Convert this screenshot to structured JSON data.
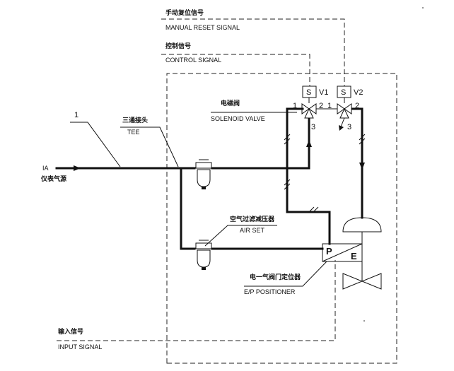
{
  "labels": {
    "manual_reset_cn": "手动复位信号",
    "manual_reset_en": "MANUAL RESET SIGNAL",
    "control_cn": "控制信号",
    "control_en": "CONTROL SIGNAL",
    "solenoid_cn": "电磁阀",
    "solenoid_en": "SOLENOID VALVE",
    "tee_cn": "三通接头",
    "tee_en": "TEE",
    "line_number": "1",
    "ia_en": "IA",
    "ia_cn": "仪表气源",
    "airset_cn": "空气过滤减压器",
    "airset_en": "AIR SET",
    "positioner_cn": "电一气阀门定位器",
    "positioner_en": "E/P POSITIONER",
    "input_cn": "输入信号",
    "input_en": "INPUT SIGNAL"
  },
  "valves": {
    "v1_coil": "S",
    "v1_name": "V1",
    "v2_coil": "S",
    "v2_name": "V2",
    "v1_port_1": "1",
    "v1_port_2": "2",
    "v1_port_3": "3",
    "v2_port_1": "1",
    "v2_port_2": "2",
    "v2_port_3": "3"
  },
  "positioner": {
    "pneumatic": "P",
    "electric": "E"
  },
  "colors": {
    "ink": "#111111",
    "background": "#ffffff"
  }
}
